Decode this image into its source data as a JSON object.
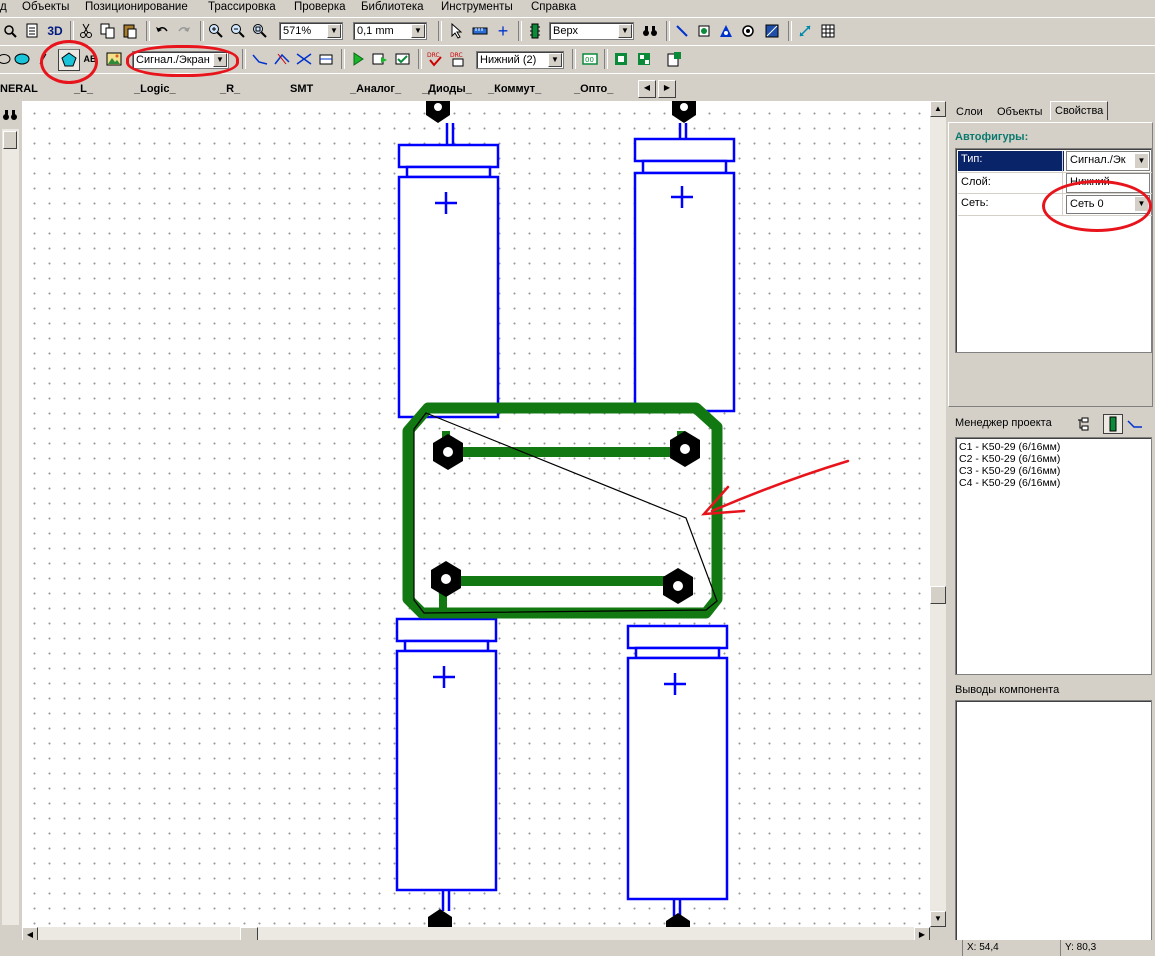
{
  "menu": [
    "д",
    "Объекты",
    "Позиционирование",
    "Трассировка",
    "Проверка",
    "Библиотека",
    "Инструменты",
    "Справка"
  ],
  "toolbar1": {
    "view3d_label": "3D",
    "zoom_value": "571%",
    "grid_value": "0,1 mm",
    "layer_value": "Верх"
  },
  "toolbar2": {
    "autoshape_type_value": "Сигнал./Экран",
    "text_tool_label": "AB",
    "bottom_layer_value": "Нижний (2)"
  },
  "library_tabs": [
    "NERAL",
    "_L_",
    "_Logic_",
    "_R_",
    "SMT",
    "_Аналог_",
    "_Диоды_",
    "_Коммут_",
    "_Опто_"
  ],
  "panel_tabs": [
    "Слои",
    "Объекты",
    "Свойства"
  ],
  "properties": {
    "section_title": "Автофигуры:",
    "rows": [
      {
        "label": "Тип:",
        "value": "Сигнал./Эк"
      },
      {
        "label": "Слой:",
        "value": "Нижний"
      },
      {
        "label": "Сеть:",
        "value": "Сеть 0"
      }
    ]
  },
  "project_manager": {
    "title": "Менеджер проекта",
    "items": [
      "C1 - K50-29 (6/16мм)",
      "C2 - K50-29 (6/16мм)",
      "C3 - K50-29 (6/16мм)",
      "C4 - K50-29 (6/16мм)"
    ]
  },
  "component_pins": {
    "title": "Выводы компонента"
  },
  "status": {
    "x": "X: 54,4",
    "y": "Y: 80,3"
  },
  "colors": {
    "component_outline": "#0000ff",
    "copper_track": "#127812",
    "annotation": "#e8141c",
    "pad": "#000000"
  },
  "icons": [
    "zoom-icon",
    "cut-icon",
    "copy-icon",
    "paste-icon",
    "undo-icon",
    "redo-icon",
    "zoom-in-icon",
    "zoom-out-icon",
    "zoom-fit-icon",
    "pointer-icon",
    "binoculars-icon",
    "polygon-icon",
    "image-icon",
    "run-icon",
    "drc-icon"
  ]
}
